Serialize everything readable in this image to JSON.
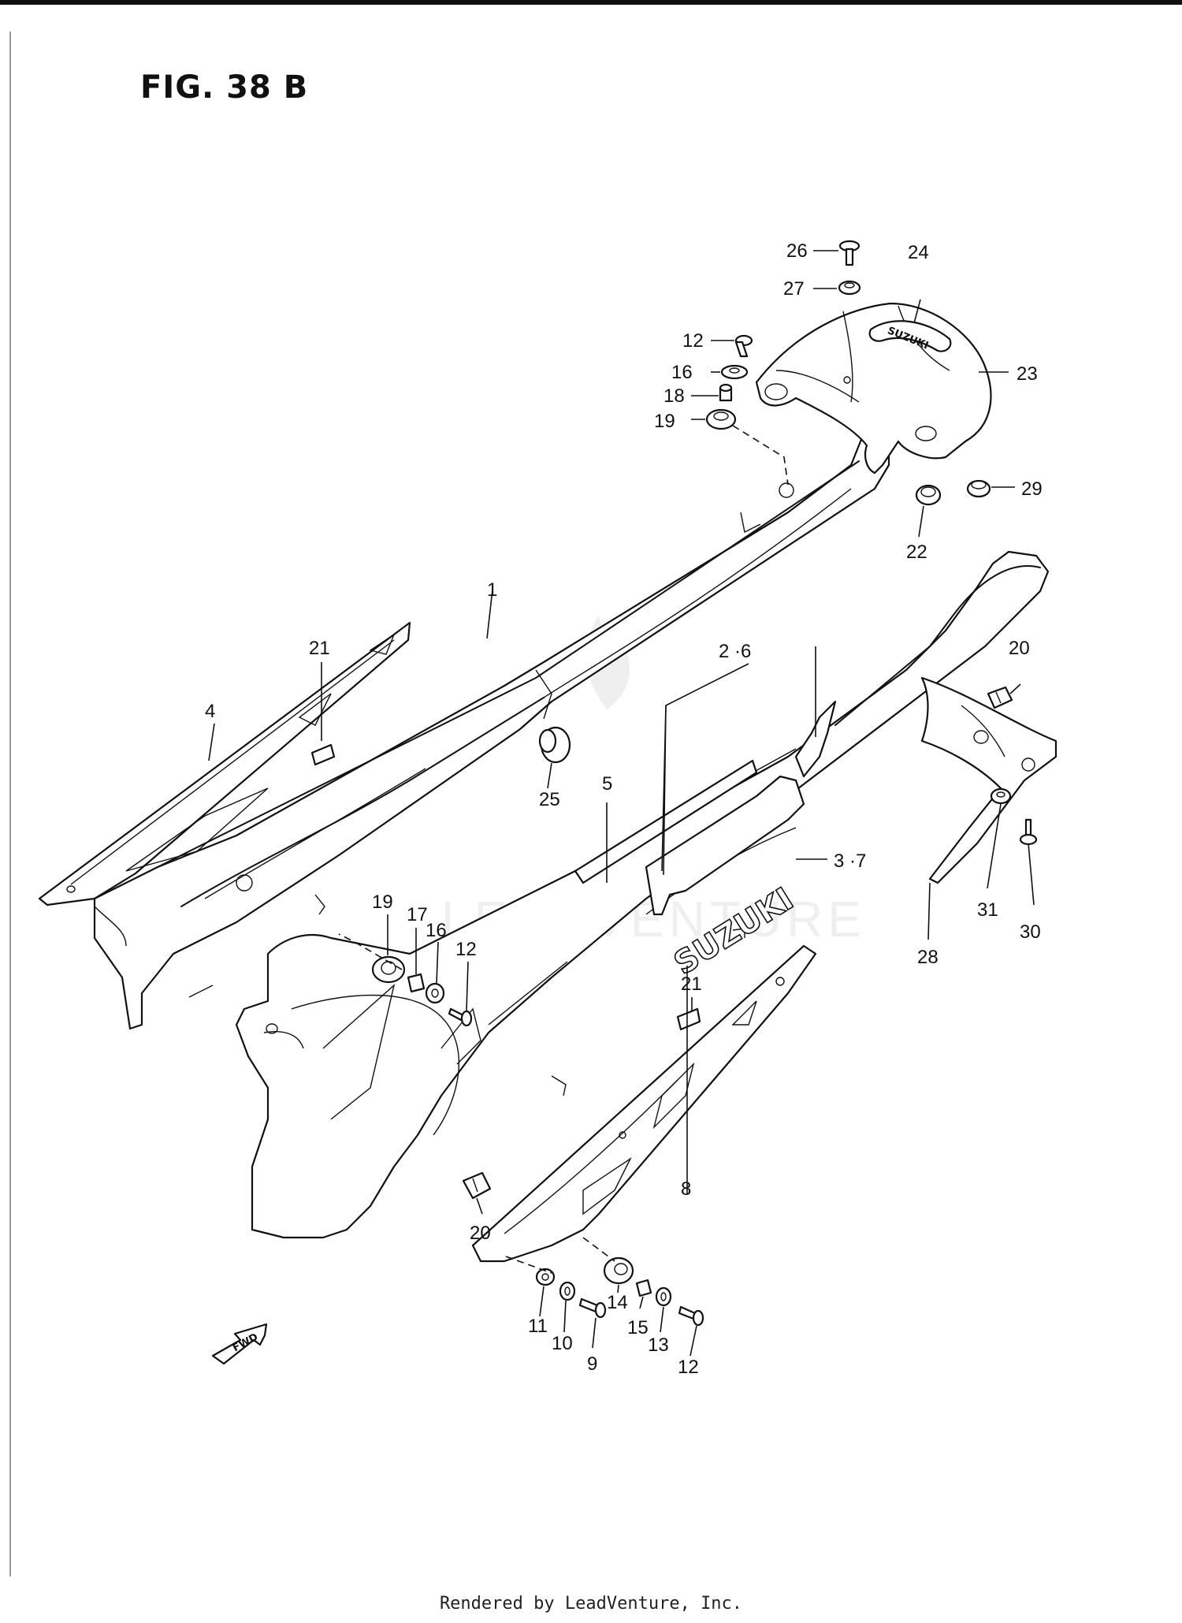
{
  "figure": {
    "title": "FIG. 38 B"
  },
  "footer": {
    "text": "Rendered by LeadVenture, Inc."
  },
  "watermark": {
    "text": "LEADVENTURE"
  },
  "logo": {
    "side_cover_text": "SUZUKI",
    "tail_badge_text": "SUZUKI",
    "fwd_arrow_text": "FWD"
  },
  "callouts": {
    "p1": "1",
    "p2_6": "2 ·6",
    "p3_7": "3 ·7",
    "p4": "4",
    "p5": "5",
    "p8": "8",
    "p9": "9",
    "p10": "10",
    "p11": "11",
    "p12_top": "12",
    "p12_mid": "12",
    "p12_bottom": "12",
    "p13": "13",
    "p14": "14",
    "p15": "15",
    "p16_top": "16",
    "p16_mid": "16",
    "p17": "17",
    "p18": "18",
    "p19_top": "19",
    "p19_mid": "19",
    "p20_right": "20",
    "p20_bottom": "20",
    "p21_left": "21",
    "p21_right": "21",
    "p22": "22",
    "p23": "23",
    "p24": "24",
    "p25": "25",
    "p26": "26",
    "p27": "27",
    "p28": "28",
    "p29": "29",
    "p30": "30",
    "p31": "31"
  }
}
